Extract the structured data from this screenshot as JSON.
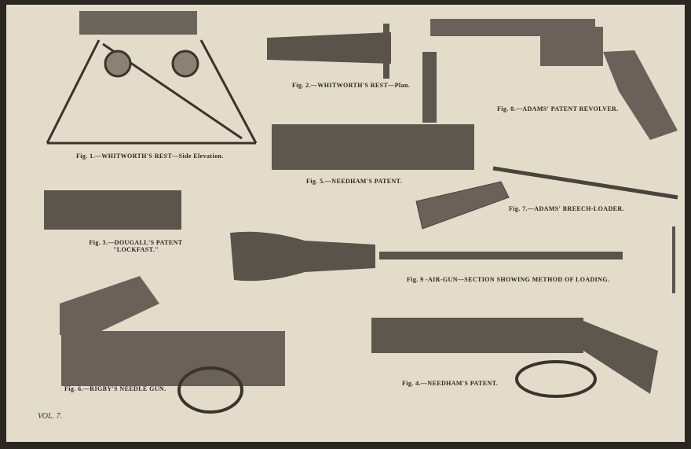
{
  "captions": {
    "fig1": "Fig. 1.—WHITWORTH'S REST—Side Elevation.",
    "fig2": "Fig. 2.—WHITWORTH'S REST—Plan.",
    "fig8": "Fig. 8.—ADAMS' PATENT REVOLVER.",
    "fig5": "Fig. 5.—NEEDHAM'S PATENT.",
    "fig7": "Fig. 7.—ADAMS' BREECH-LOADER.",
    "fig3_line1": "Fig. 3.—DOUGALL'S PATENT",
    "fig3_line2": "\"LOCKFAST.\"",
    "fig9": "Fig. 9 -AIR-GUN—SECTION SHOWING METHOD OF LOADING.",
    "fig6": "Fig. 6.—RIGBY'S NEEDLE GUN.",
    "fig4": "Fig. 4.—NEEDHAM'S PATENT."
  },
  "volume": "VOL. 7."
}
